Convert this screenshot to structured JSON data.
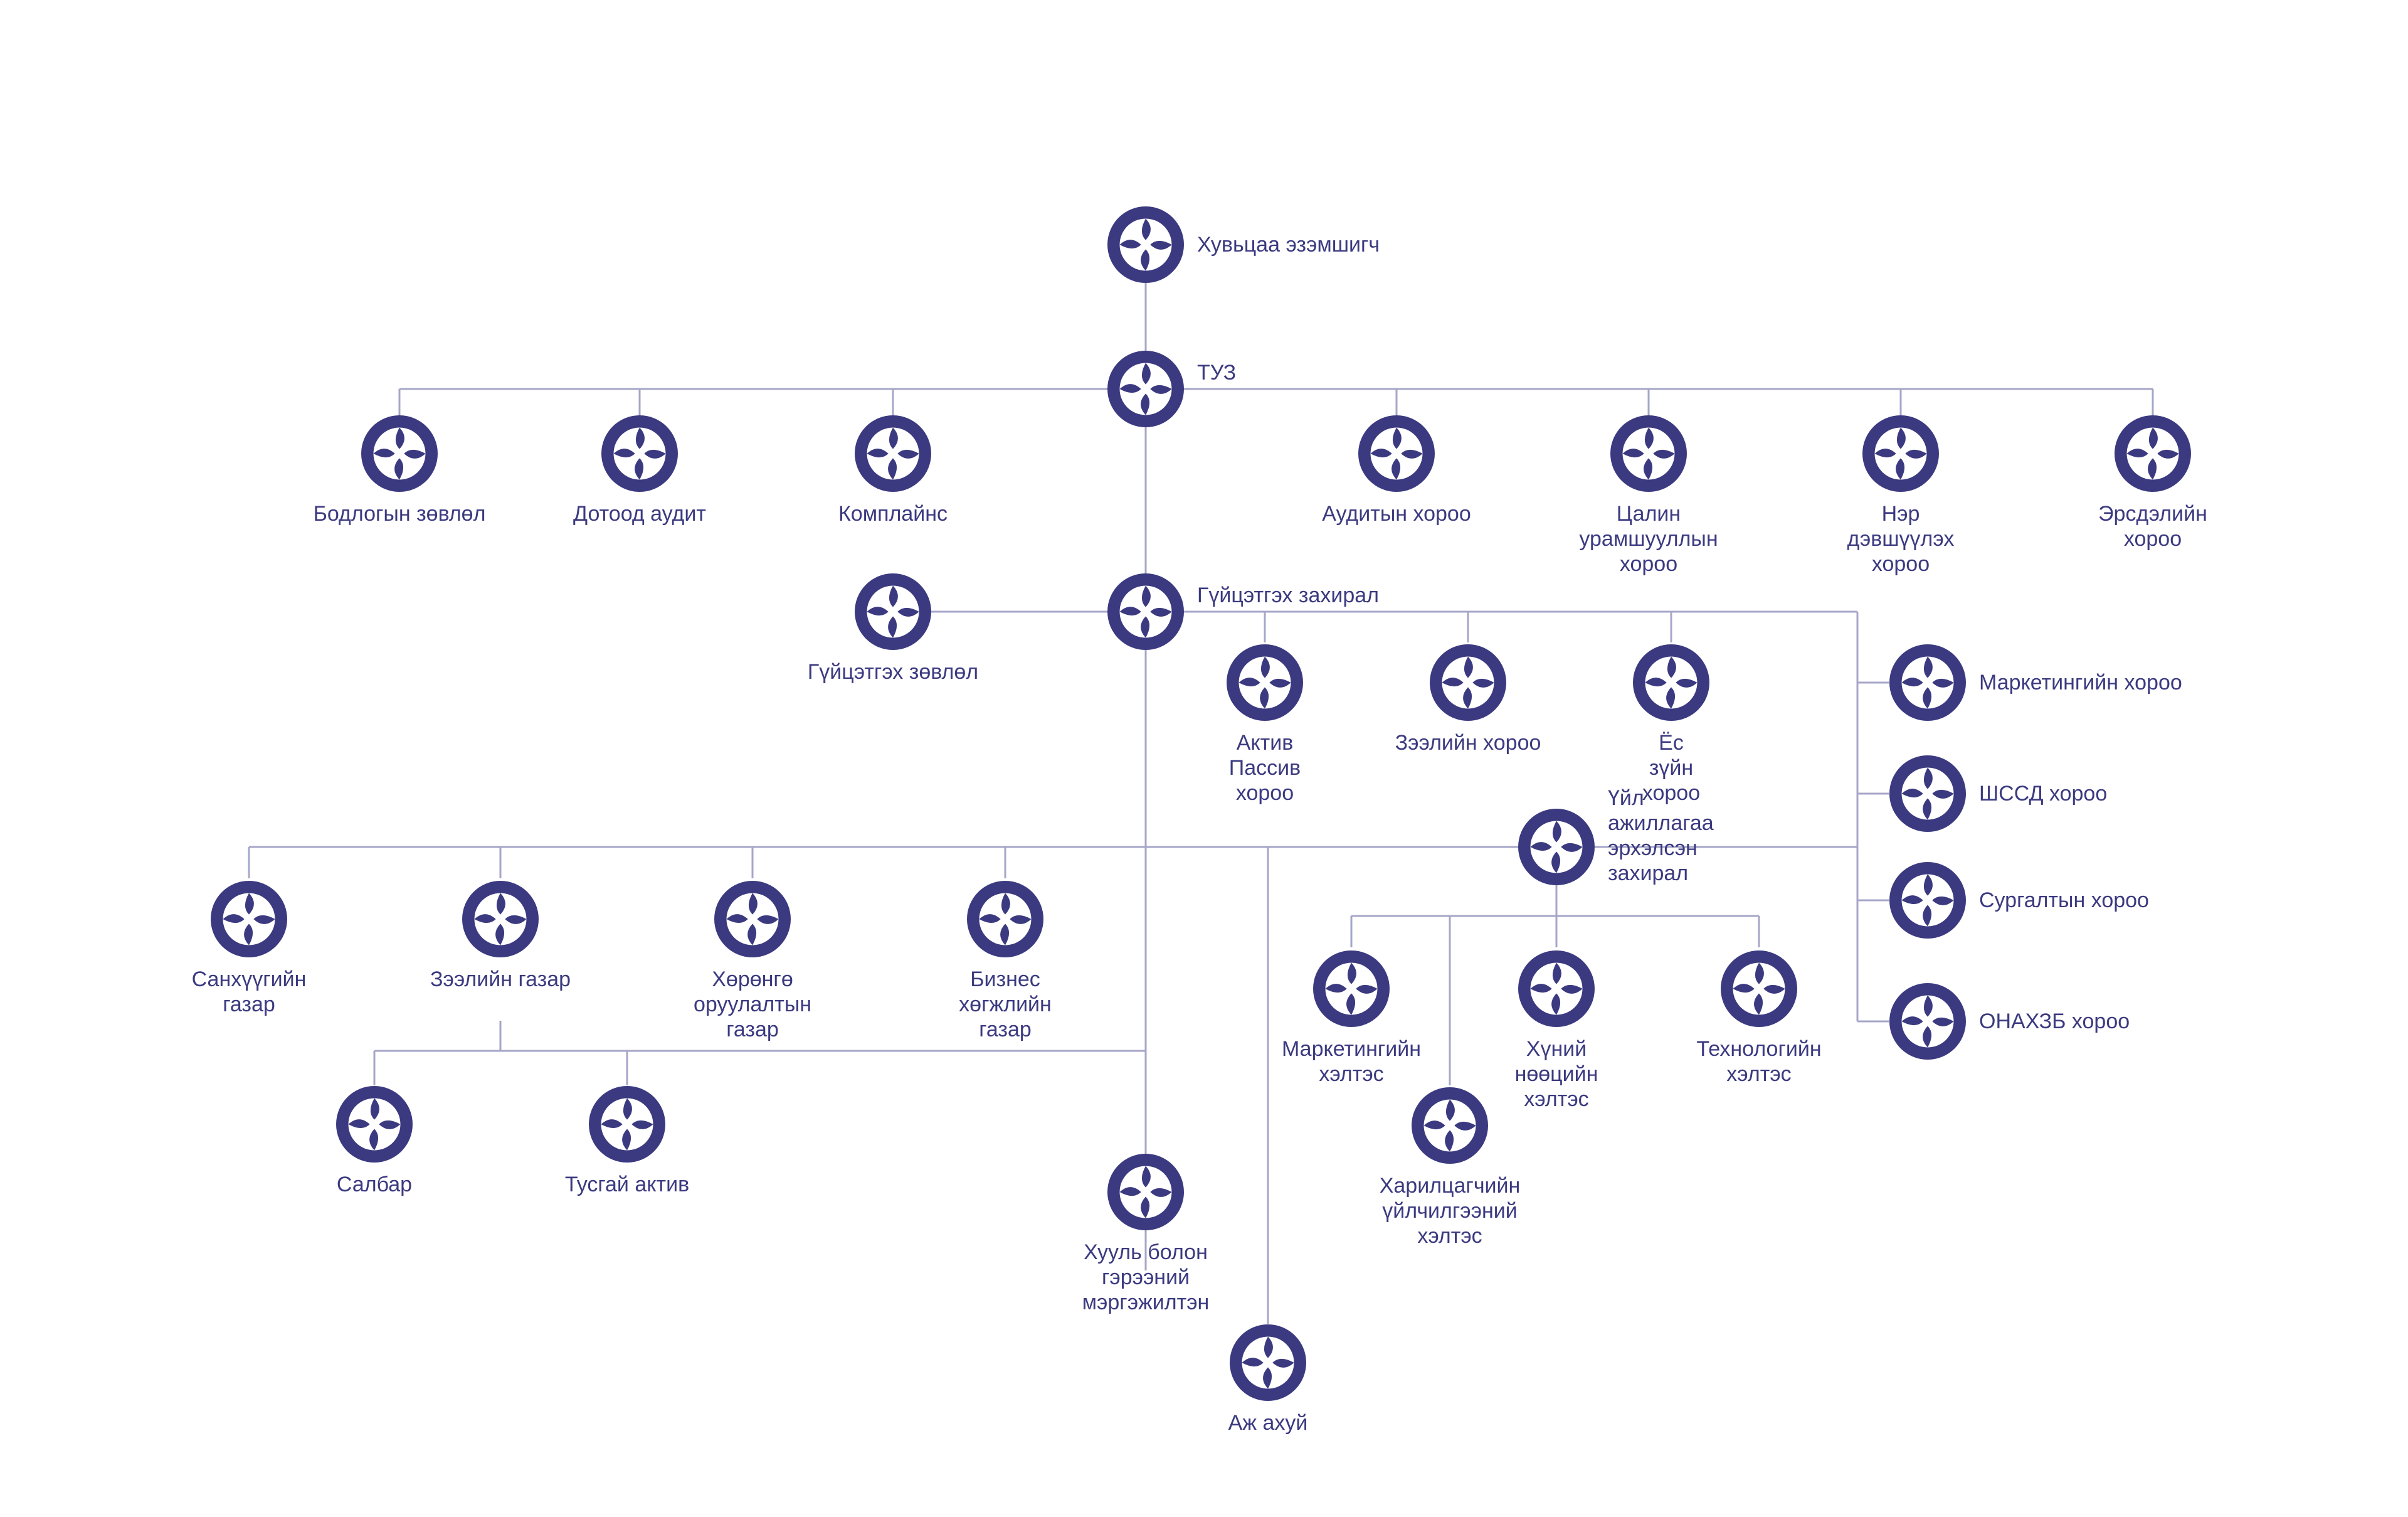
{
  "colors": {
    "accent": "#3b3a80",
    "line": "#a6a6c8",
    "background": "#ffffff"
  },
  "icon": "org-logo-icon",
  "nodes": {
    "shareholders": "Хувьцаа эзэмшигч",
    "board": "ТУЗ",
    "policy_council": "Бодлогын зөвлөл",
    "internal_audit": "Дотоод аудит",
    "compliance": "Комплайнс",
    "audit_committee": "Аудитын хороо",
    "remuneration_committee": "Цалин урамшууллын\nхороо",
    "nomination_committee": "Нэр дэвшүүлэх\nхороо",
    "risk_committee": "Эрсдэлийн\nхороо",
    "ceo": "Гүйцэтгэх захирал",
    "executive_council": "Гүйцэтгэх зөвлөл",
    "alm_committee": "Актив Пассив\nхороо",
    "loan_committee": "Зээлийн хороо",
    "ethics_committee": "Ёс зүйн\nхороо",
    "marketing_committee": "Маркетингийн хороо",
    "shssd_committee": "ШССД хороо",
    "training_committee": "Сургалтын хороо",
    "aml_committee": "ОНАХЗБ хороо",
    "coo": "Үйл ажиллагаа\nэрхэлсэн захирал",
    "finance_dept": "Санхүүгийн\nгазар",
    "loan_dept": "Зээлийн газар",
    "investment_dept": "Хөрөнгө оруулалтын\nгазар",
    "business_dev_dept": "Бизнес хөгжлийн\nгазар",
    "branch": "Салбар",
    "special_assets": "Тусгай актив",
    "legal_specialist": "Хууль болон гэрээний\nмэргэжилтэн",
    "admin": "Аж ахуй",
    "marketing_unit": "Маркетингийн\nхэлтэс",
    "hr_unit": "Хүний нөөцийн\nхэлтэс",
    "technology_unit": "Технологийн\nхэлтэс",
    "customer_service_unit": "Харилцагчийн үйлчилгээний\nхэлтэс"
  }
}
